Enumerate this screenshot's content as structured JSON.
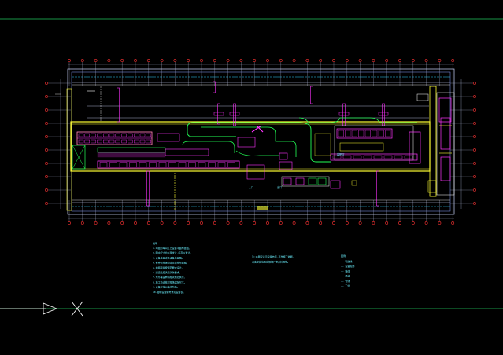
{
  "drawing": {
    "background": "#000000",
    "colors": {
      "frame_line": "#22c55e",
      "outline": "#ffffff",
      "equipment": "#ff33ff",
      "conveyor": "#22ff55",
      "wall": "#ffff33",
      "note": "#66f0ff",
      "axis_bubble": "#ff3333",
      "red_line": "#ff2222"
    }
  },
  "notes": {
    "general_title": "说明",
    "general_lines": [
      "1.本图为车间工艺设备平面布置图。",
      "2.图中尺寸均以毫米计,标高以米计。",
      "3.设备基础详见设备基础图。",
      "4.各种管线走向详见管线布置图。",
      "5.地面荷载按规范要求设计。",
      "6.通道宽度满足消防要求。",
      "7.未尽事宜参照相关规范执行。",
      "8.施工前请核对现场实际尺寸。",
      "9.设备定位以轴线为准。",
      "10.图中设备编号详见设备表。"
    ],
    "middle_lines": [
      "注:本图仅表示设备布置,不作施工依据。",
      "设备安装位置应根据厂家资料调整。"
    ],
    "legend_title": "图例",
    "legend_lines": [
      "—— 输送线",
      "—— 设备轮廓",
      "—— 墙体",
      "—— 通道",
      "—— 管线",
      "—— 工位"
    ],
    "small_labels": [
      "入口",
      "出口",
      "装配区"
    ]
  },
  "ucs": {
    "name": "ucs-icon"
  }
}
